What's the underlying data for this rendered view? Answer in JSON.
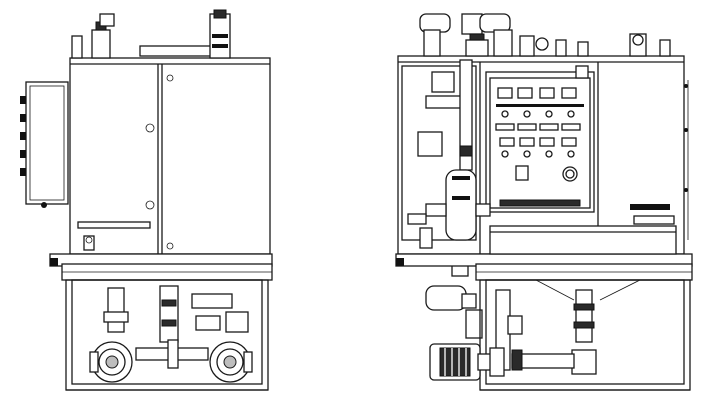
{
  "drawing": {
    "line_color": "#1a1a1a",
    "background": "#ffffff",
    "views": [
      {
        "id": "left-view",
        "panel_label": ""
      },
      {
        "id": "right-view",
        "panel_label": ""
      }
    ]
  },
  "control_panel": {
    "tag_label": "",
    "indicator_lamps": 4,
    "button_rows": 3
  },
  "icons": [
    "valve-icon",
    "pump-icon",
    "motor-icon",
    "gauge-icon",
    "electrical-box-icon",
    "pipe-elbow-icon"
  ]
}
